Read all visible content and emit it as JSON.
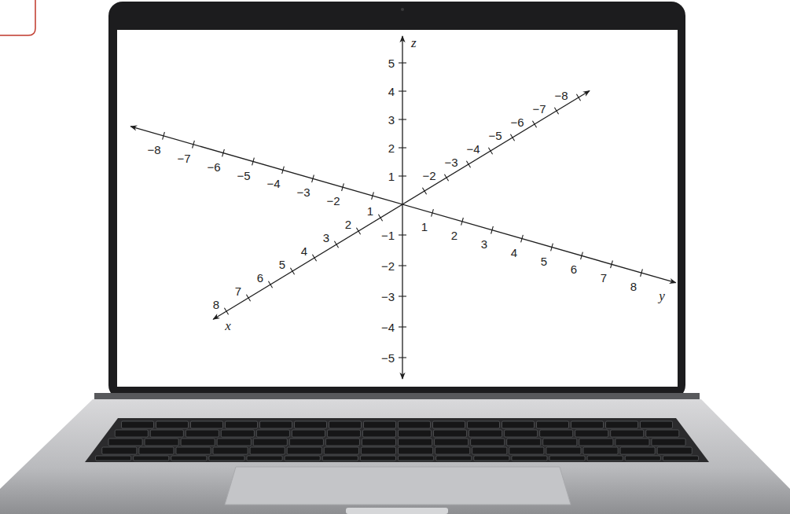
{
  "diagram": {
    "labels": [
      "z",
      "5",
      "4",
      "3",
      "2",
      "1",
      "−8",
      "−7",
      "−6",
      "−5",
      "−4",
      "−3",
      "−2",
      "−2",
      "−3",
      "−4",
      "−5",
      "−6",
      "−7",
      "−8",
      "1",
      "2",
      "3",
      "4",
      "5",
      "6",
      "7",
      "8",
      "x",
      "1",
      "2",
      "3",
      "4",
      "5",
      "6",
      "7",
      "8",
      "y",
      "−1",
      "−2",
      "−3",
      "−4",
      "−5"
    ]
  }
}
